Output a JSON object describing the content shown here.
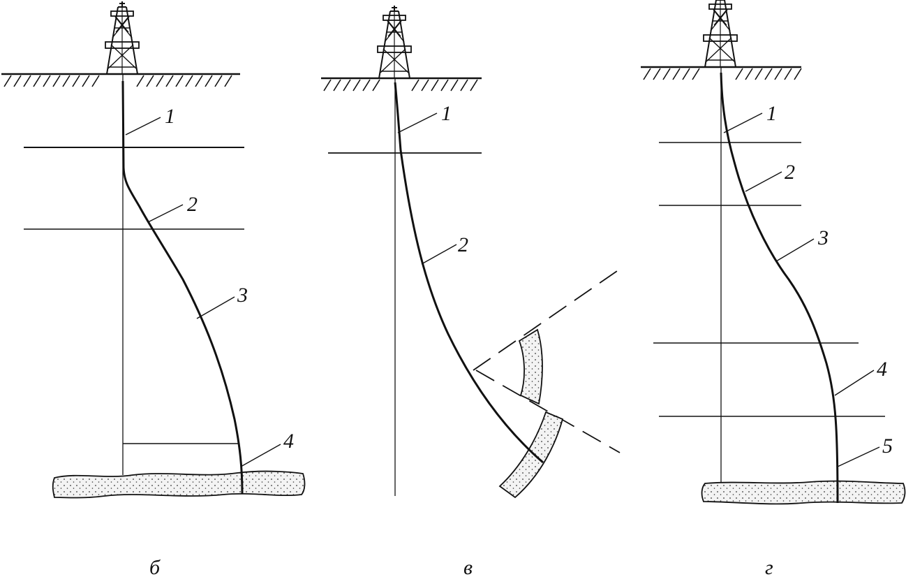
{
  "panels": [
    {
      "caption": "б",
      "labels": [
        "1",
        "2",
        "3",
        "4"
      ]
    },
    {
      "caption": "в",
      "labels": [
        "1",
        "2"
      ]
    },
    {
      "caption": "г",
      "labels": [
        "1",
        "2",
        "3",
        "4",
        "5"
      ]
    }
  ],
  "colors": {
    "ink": "#111111",
    "background": "#ffffff"
  }
}
